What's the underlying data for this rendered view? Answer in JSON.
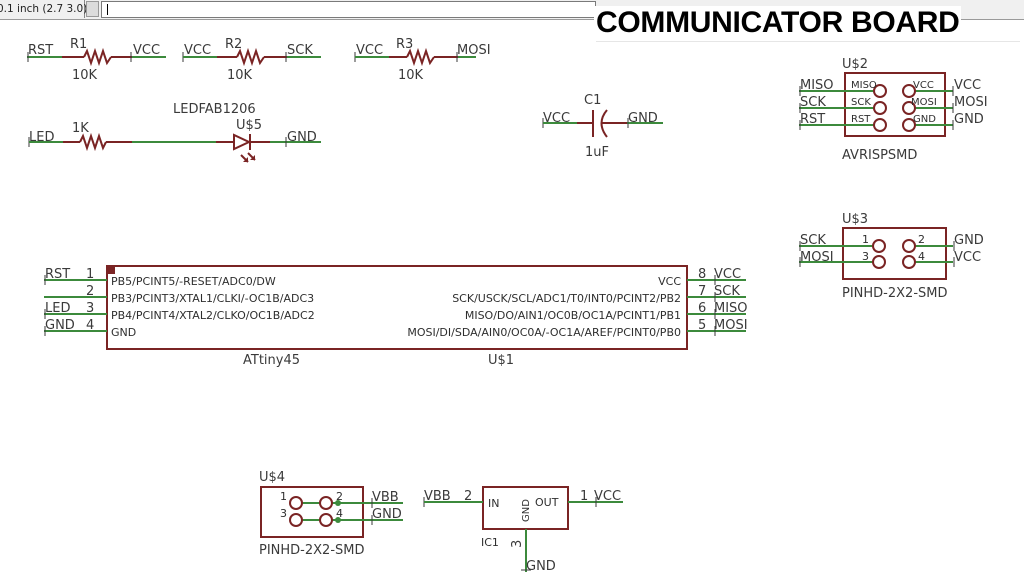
{
  "toolbar": {
    "grid_coordinate": "0.1 inch (2.7 3.0)",
    "command_input_value": ""
  },
  "title": "COMMUNICATOR BOARD",
  "colors": {
    "wire": "#3c8a3c",
    "part": "#7a2424",
    "text": "#3a3a3a"
  },
  "resistors": [
    {
      "name": "R1",
      "value": "10K",
      "left_net": "RST",
      "right_net": "VCC"
    },
    {
      "name": "R2",
      "value": "10K",
      "left_net": "VCC",
      "right_net": "SCK"
    },
    {
      "name": "R3",
      "value": "10K",
      "left_net": "VCC",
      "right_net": "MOSI"
    }
  ],
  "led_circuit": {
    "left_net": "LED",
    "resistor_value": "1K",
    "led_value": "LEDFAB1206",
    "led_name": "U$5",
    "right_net": "GND"
  },
  "capacitor": {
    "name": "C1",
    "value": "1uF",
    "left_net": "VCC",
    "right_net": "GND"
  },
  "avrisp": {
    "name": "U$2",
    "value": "AVRISPSMD",
    "left_pins": [
      {
        "pin": "MISO",
        "net": "MISO"
      },
      {
        "pin": "SCK",
        "net": "SCK"
      },
      {
        "pin": "RST",
        "net": "RST"
      }
    ],
    "right_pins": [
      {
        "pin": "VCC",
        "net": "VCC"
      },
      {
        "pin": "MOSI",
        "net": "MOSI"
      },
      {
        "pin": "GND",
        "net": "GND"
      }
    ]
  },
  "header_u3": {
    "name": "U$3",
    "value": "PINHD-2X2-SMD",
    "pins": [
      {
        "num": "1",
        "net": "SCK"
      },
      {
        "num": "2",
        "net": "GND"
      },
      {
        "num": "3",
        "net": "MOSI"
      },
      {
        "num": "4",
        "net": "VCC"
      }
    ]
  },
  "mcu": {
    "name": "U$1",
    "value": "ATtiny45",
    "left_pins": [
      {
        "num": "1",
        "net": "RST",
        "func": "PB5/PCINT5/-RESET/ADC0/DW"
      },
      {
        "num": "2",
        "net": "",
        "func": "PB3/PCINT3/XTAL1/CLKI/-OC1B/ADC3"
      },
      {
        "num": "3",
        "net": "LED",
        "func": "PB4/PCINT4/XTAL2/CLKO/OC1B/ADC2"
      },
      {
        "num": "4",
        "net": "GND",
        "func": "GND"
      }
    ],
    "right_pins": [
      {
        "num": "8",
        "net": "VCC",
        "func": "VCC"
      },
      {
        "num": "7",
        "net": "SCK",
        "func": "SCK/USCK/SCL/ADC1/T0/INT0/PCINT2/PB2"
      },
      {
        "num": "6",
        "net": "MISO",
        "func": "MISO/DO/AIN1/OC0B/OC1A/PCINT1/PB1"
      },
      {
        "num": "5",
        "net": "MOSI",
        "func": "MOSI/DI/SDA/AIN0/OC0A/-OC1A/AREF/PCINT0/PB0"
      }
    ]
  },
  "header_u4": {
    "name": "U$4",
    "value": "PINHD-2X2-SMD",
    "pins": [
      {
        "num": "1",
        "net": ""
      },
      {
        "num": "2",
        "net": "VBB"
      },
      {
        "num": "3",
        "net": ""
      },
      {
        "num": "4",
        "net": "GND"
      }
    ]
  },
  "regulator": {
    "name": "IC1",
    "in_label": "IN",
    "out_label": "OUT",
    "gnd_label": "GND",
    "in_pin": "2",
    "out_pin": "1",
    "gnd_pin": "3",
    "in_net": "VBB",
    "out_net": "VCC",
    "gnd_net": "GND"
  }
}
